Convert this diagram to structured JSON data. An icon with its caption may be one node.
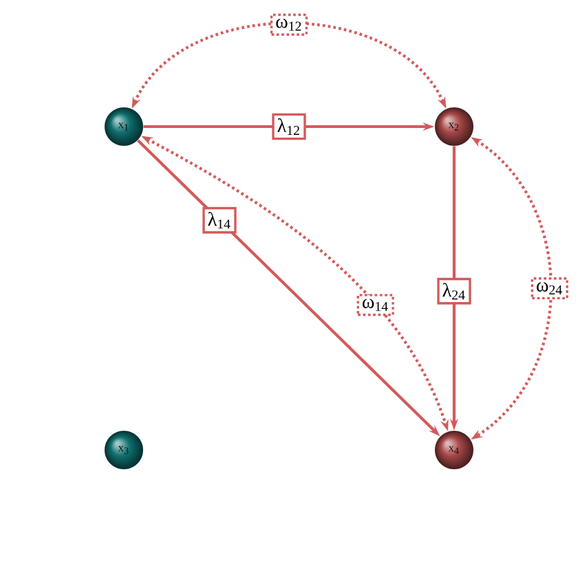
{
  "diagram": {
    "nodes": [
      {
        "text": [
          "x$_{1}$"
        ]
      },
      {
        "text": [
          "x$_{2}$"
        ]
      },
      {
        "text": [
          "x$_{3}$"
        ]
      },
      {
        "text": [
          "x$_{4}$"
        ]
      }
    ],
    "edges": [
      {
        "from": 0,
        "to": 1,
        "arrow": "to",
        "label": "λ$_{12}$"
      },
      {
        "from": 0,
        "to": 3,
        "arrow": "to",
        "label": "λ$_{14}$"
      },
      {
        "from": 1,
        "to": 3,
        "arrow": "to",
        "label": "λ$_{24}$"
      },
      {
        "from": 0,
        "to": 1,
        "arrow": "both",
        "style": "dashed",
        "label": "ω$_{12}$"
      },
      {
        "from": 0,
        "to": 3,
        "arrow": "both",
        "style": "dashed",
        "label": "ω$_{14}$"
      },
      {
        "from": 1,
        "to": 3,
        "arrow": "both",
        "style": "dashed",
        "label": "ω$_{24}$"
      }
    ]
  }
}
